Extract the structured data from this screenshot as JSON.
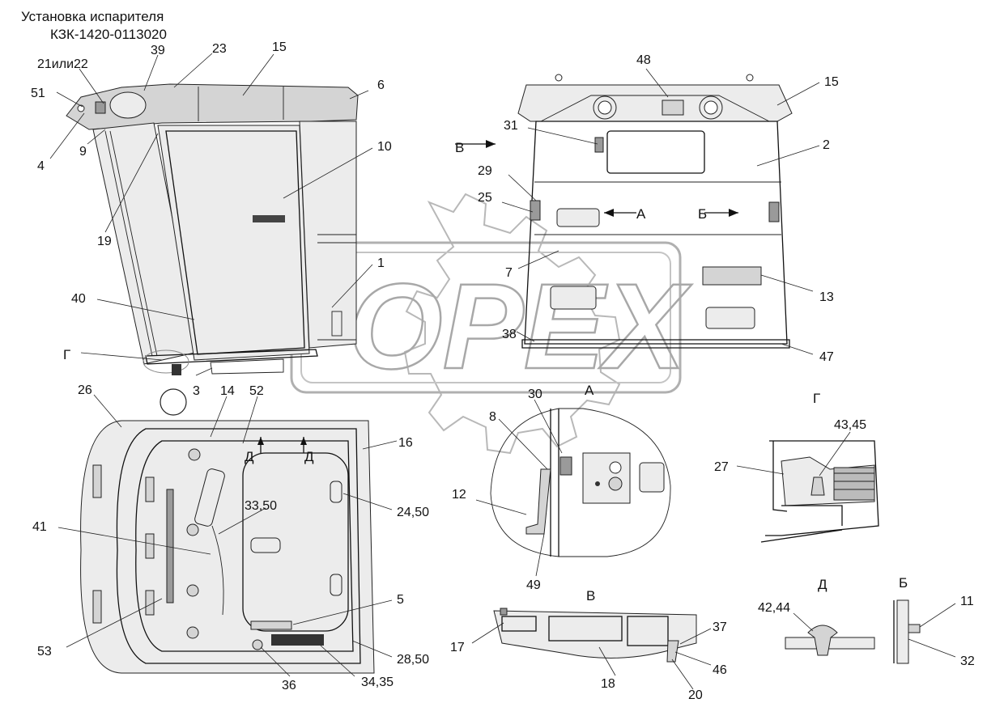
{
  "title": {
    "line1": "Установка испарителя",
    "line2": "КЗК-1420-0113020"
  },
  "watermark": "OPEX",
  "view_labels": {
    "A": "А",
    "B": "Б",
    "V": "В",
    "G": "Г",
    "D": "Д"
  },
  "callouts": {
    "c21_22": "21или22",
    "c39": "39",
    "c23": "23",
    "c15a": "15",
    "c6": "6",
    "c51": "51",
    "c4": "4",
    "c9": "9",
    "c10": "10",
    "c19": "19",
    "c1": "1",
    "c40": "40",
    "c3": "3",
    "c48": "48",
    "c15b": "15",
    "c31": "31",
    "c2": "2",
    "c29": "29",
    "c25": "25",
    "c7": "7",
    "c13": "13",
    "c38": "38",
    "c47": "47",
    "c26": "26",
    "c14": "14",
    "c52": "52",
    "c16": "16",
    "c33_50": "33,50",
    "c24_50": "24,50",
    "c41": "41",
    "c5": "5",
    "c53": "53",
    "c28_50": "28,50",
    "c36": "36",
    "c34_35": "34,35",
    "c30": "30",
    "c8": "8",
    "c12": "12",
    "c49": "49",
    "c43_45": "43,45",
    "c27": "27",
    "c17": "17",
    "c18": "18",
    "c37": "37",
    "c46": "46",
    "c20": "20",
    "c42_44": "42,44",
    "c11": "11",
    "c32": "32"
  }
}
